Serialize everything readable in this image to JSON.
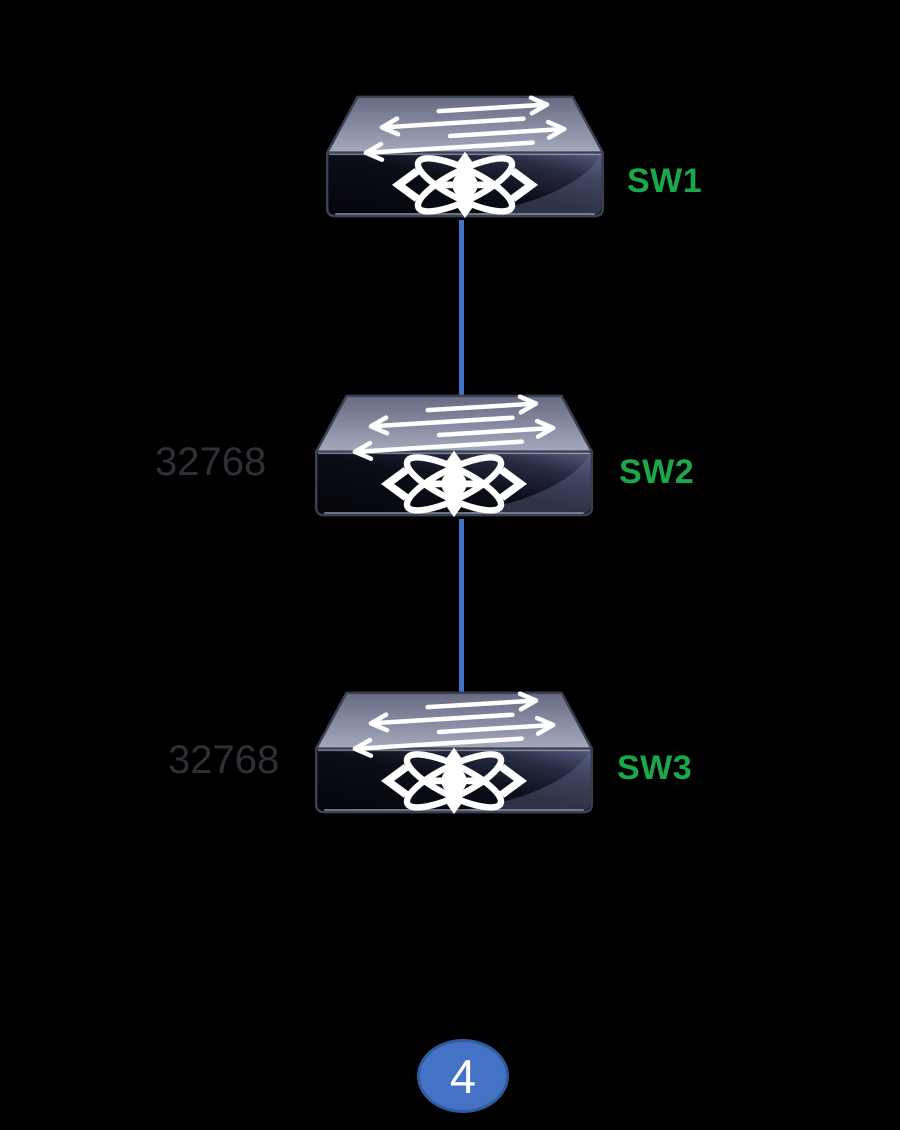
{
  "diagram": {
    "background_color": "#000000",
    "nodes": [
      {
        "id": "sw1",
        "label": "SW1",
        "type": "switch"
      },
      {
        "id": "sw2",
        "label": "SW2",
        "type": "switch",
        "priority": "32768"
      },
      {
        "id": "sw3",
        "label": "SW3",
        "type": "switch",
        "priority": "32768"
      }
    ],
    "links": [
      {
        "from": "SW1",
        "to": "SW2"
      },
      {
        "from": "SW2",
        "to": "SW3"
      }
    ],
    "page_badge": {
      "value": "4"
    },
    "icons": {
      "switch": "cisco-switch-icon",
      "top_face_glyph": "bidirectional-traffic-arrows-icon",
      "front_face_glyph": "packet-forwarding-star-icon"
    },
    "colors": {
      "link_blue": "#4472c4",
      "badge_fill": "#4472c4",
      "badge_border": "#325a9e",
      "node_label_green": "#1aa84b",
      "priority_gray": "#2e3037",
      "switch_top_face": "#8a8fa5",
      "switch_front_face": "#0a0c14"
    }
  }
}
